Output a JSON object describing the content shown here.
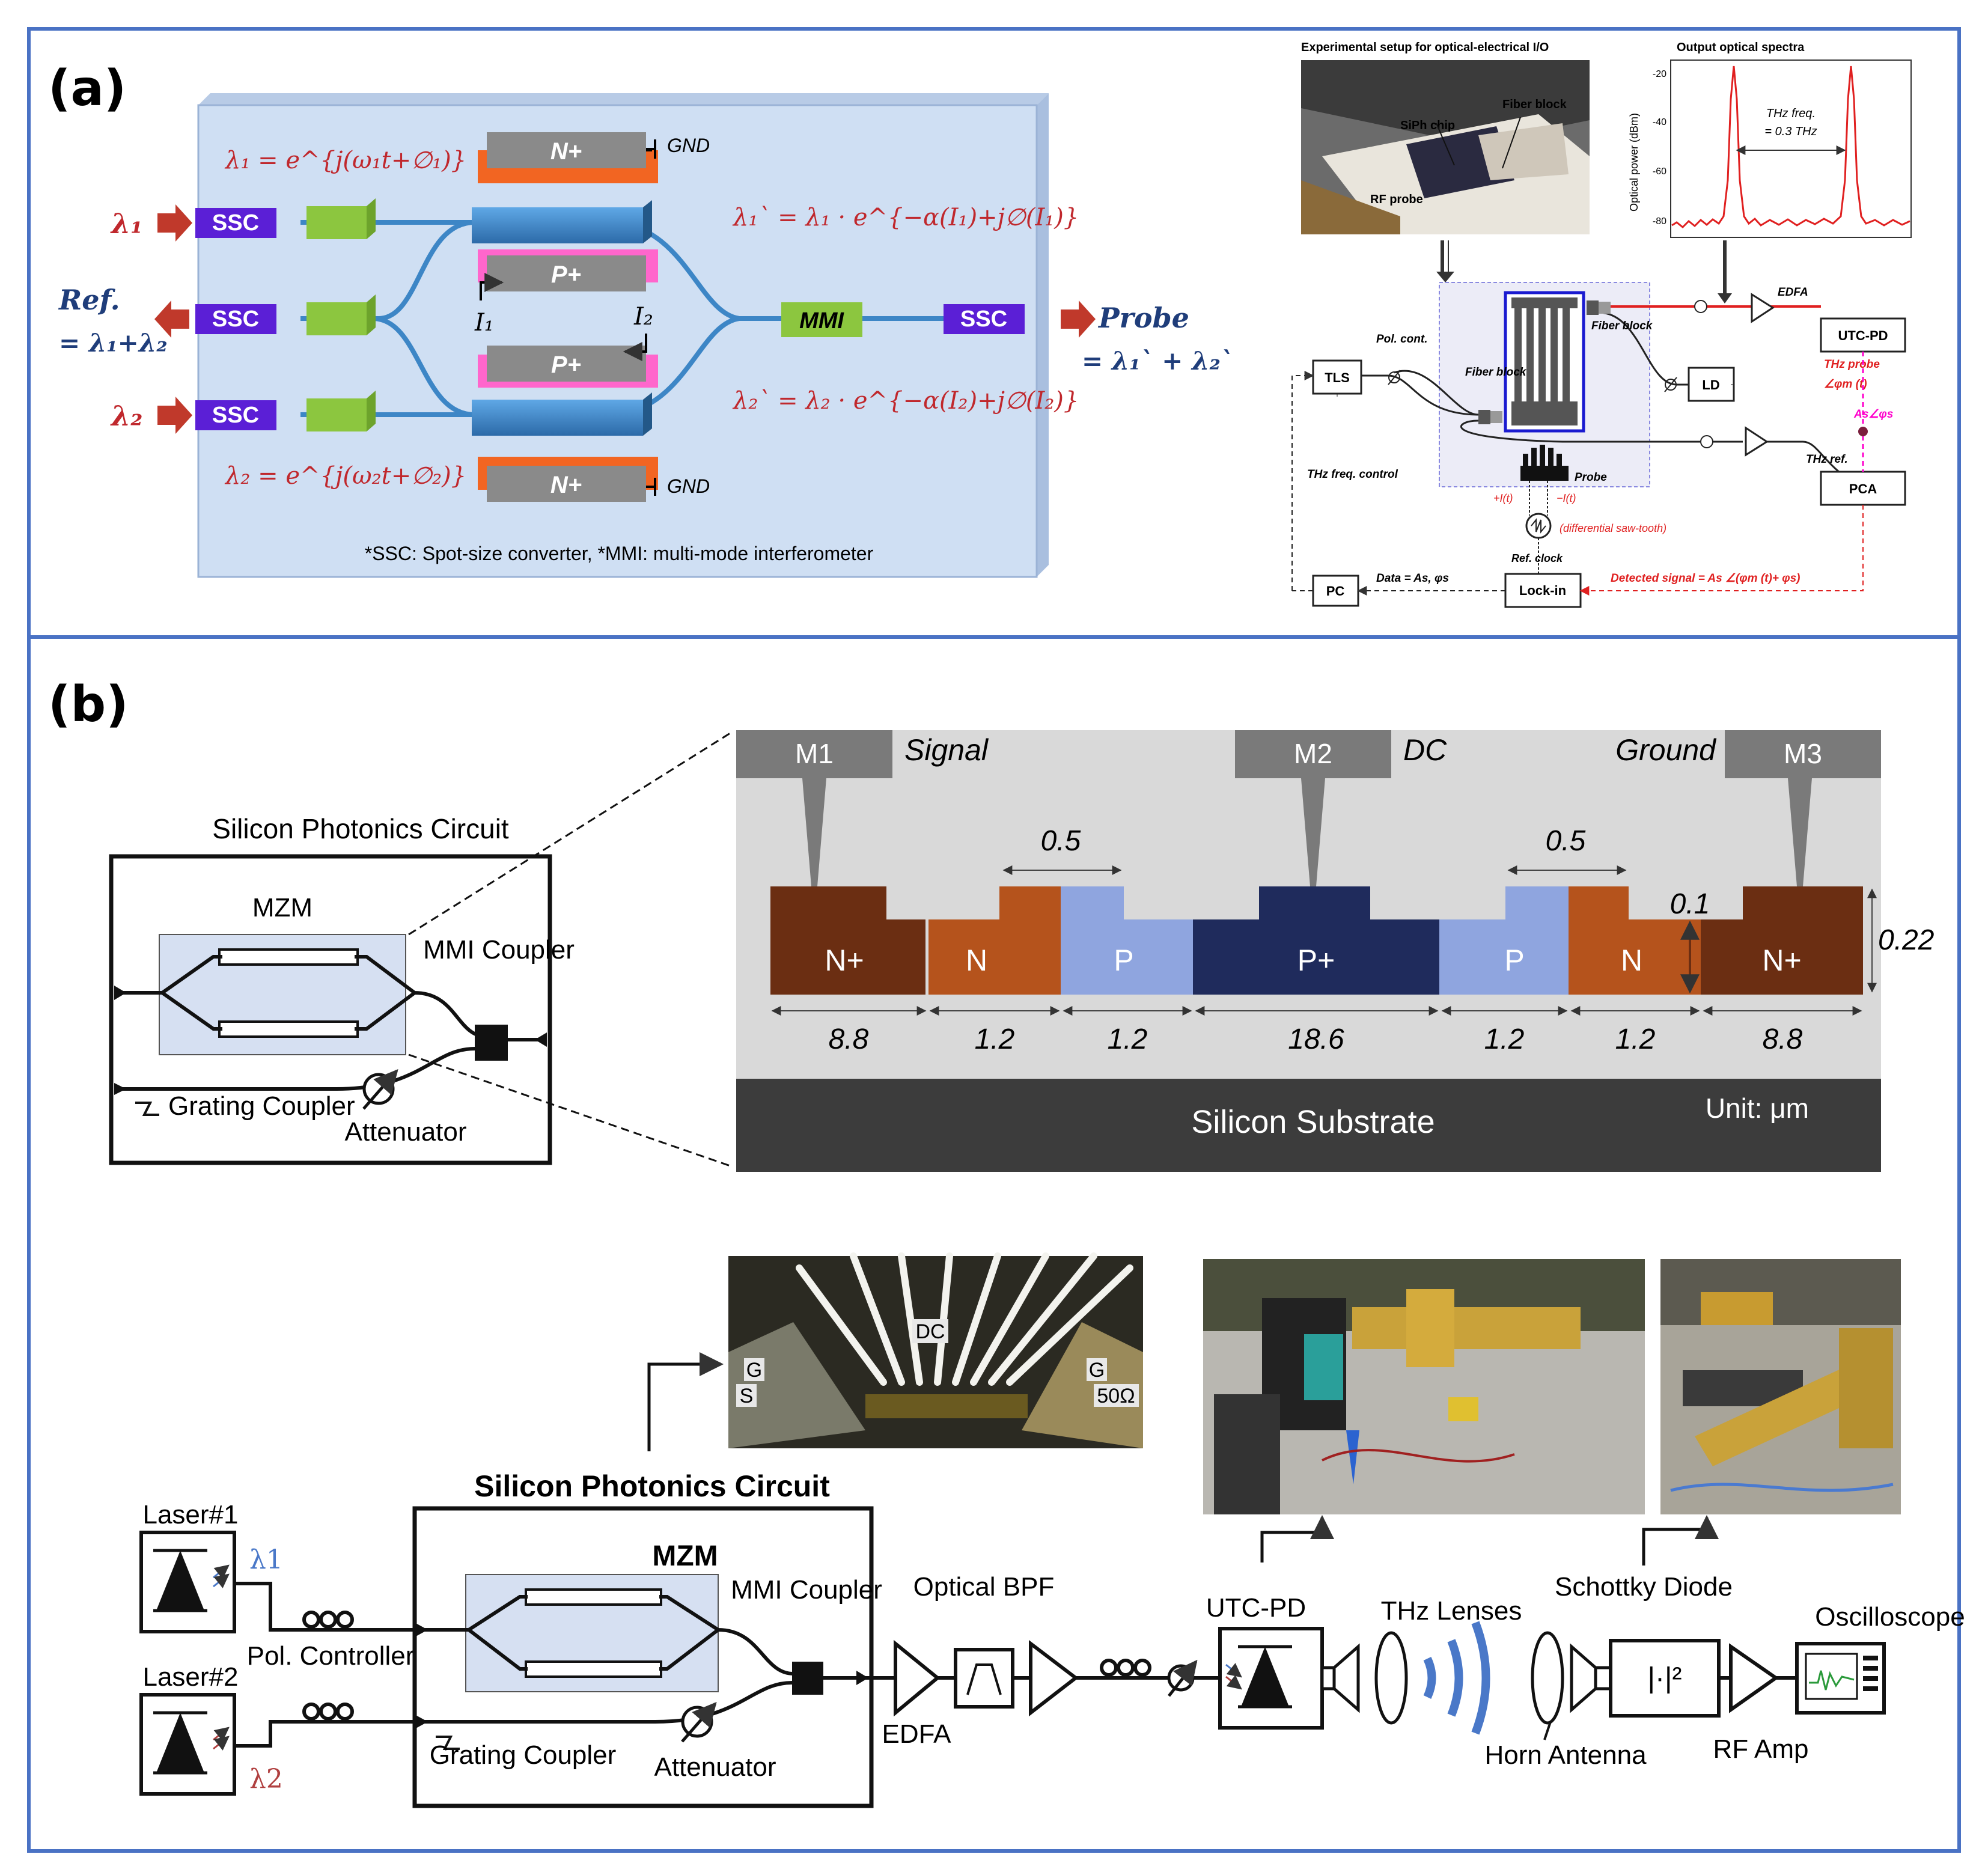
{
  "panel_a": {
    "label": "(a)",
    "chip": {
      "ssc_label": "SSC",
      "mmi_label": "MMI",
      "n_plus": "N+",
      "p_plus": "P+",
      "gnd": "GND",
      "lambda1_eq": "λ₁ = e^{j(ω₁t+∅₁)}",
      "lambda2_eq": "λ₂ = e^{j(ω₂t+∅₂)}",
      "lambda1p_eq": "λ₁` = λ₁ · e^{−α(I₁)+j∅(I₁)}",
      "lambda2p_eq": "λ₂` = λ₂ · e^{−α(I₂)+j∅(I₂)}",
      "i1": "I₁",
      "i2": "I₂",
      "in_l1": "λ₁",
      "in_l2": "λ₂",
      "ref_line1": "Ref.",
      "ref_line2": "= λ₁+λ₂",
      "probe_line1": "Probe",
      "probe_line2": "= λ₁` + λ₂`",
      "footnote": "*SSC: Spot-size converter, *MMI: multi-mode interferometer"
    },
    "setup": {
      "photo_title": "Experimental setup for optical-electrical I/O",
      "photo_labels": [
        "SiPh chip",
        "Fiber block",
        "RF probe"
      ],
      "spectra_title": "Output optical spectra",
      "spectra_ylabel": "Optical power (dBm)",
      "spectra_ticks": [
        "-20",
        "-40",
        "-60",
        "-80"
      ],
      "spectra_note1": "THz freq.",
      "spectra_note2": "= 0.3 THz",
      "boxes": {
        "tls": "TLS",
        "ld": "LD",
        "utc": "UTC-PD",
        "pca": "PCA",
        "pc": "PC",
        "lockin": "Lock-in"
      },
      "labels": {
        "pol": "Pol. cont.",
        "fiber_block_left": "Fiber block",
        "fiber_block_right": "Fiber block",
        "edfa": "EDFA",
        "thz_probe": "THz probe",
        "phi_m": "∠φm (t)",
        "as_phis": "As∠φs",
        "thz_ref": "THz ref.",
        "probe": "Probe",
        "plus_i": "+I(t)",
        "minus_i": "−I(t)",
        "saw": "(differential saw-tooth)",
        "refclock": "Ref. clock",
        "thz_ctrl": "THz freq. control",
        "data": "Data = As, φs",
        "detected": "Detected signal = As ∠(φm (t)+ φs)"
      }
    }
  },
  "panel_b": {
    "label": "(b)",
    "circuit_top": {
      "title": "Silicon Photonics Circuit",
      "mzm": "MZM",
      "mmi": "MMI Coupler",
      "grating": "Grating Coupler",
      "attenuator": "Attenuator"
    },
    "cross_section": {
      "electrodes": [
        "M1",
        "M2",
        "M3"
      ],
      "electrode_labels": [
        "Signal",
        "DC",
        "Ground"
      ],
      "regions": [
        "N+",
        "N",
        "P",
        "P+",
        "P",
        "N",
        "N+"
      ],
      "widths": [
        "8.8",
        "1.2",
        "1.2",
        "18.6",
        "1.2",
        "1.2",
        "8.8"
      ],
      "dim_05": "0.5",
      "dim_01": "0.1",
      "dim_022": "0.22",
      "substrate": "Silicon Substrate",
      "unit": "Unit: μm"
    },
    "system": {
      "laser1": "Laser#1",
      "laser2": "Laser#2",
      "lambda1": "λ1",
      "lambda2": "λ2",
      "pol": "Pol. Controller",
      "spc_title": "Silicon Photonics Circuit",
      "mzm": "MZM",
      "mmi": "MMI Coupler",
      "grating": "Grating Coupler",
      "attenuator": "Attenuator",
      "edfa": "EDFA",
      "obpf": "Optical BPF",
      "utc": "UTC-PD",
      "lenses": "THz Lenses",
      "horn": "Horn Antenna",
      "schottky": "Schottky Diode",
      "detector": "|·|²",
      "rf_amp": "RF Amp",
      "osc": "Oscilloscope",
      "probe_labels": [
        "DC",
        "G",
        "S",
        "G",
        "50Ω"
      ]
    }
  },
  "colors": {
    "frame": "#4a72c4",
    "chip_bg": "#cfdff3",
    "ssc": "#5b1fd6",
    "green": "#8cc63f",
    "waveguide": "#3d86c6",
    "orange": "#f26522",
    "pink": "#ff66cc",
    "arrow_red": "#c0392b",
    "nplus": "#6b2e12",
    "n": "#b5531c",
    "p": "#8fa5df",
    "pplus": "#1f2b5c",
    "oxide": "#d9d9d9",
    "substrate": "#3c3c3c"
  }
}
